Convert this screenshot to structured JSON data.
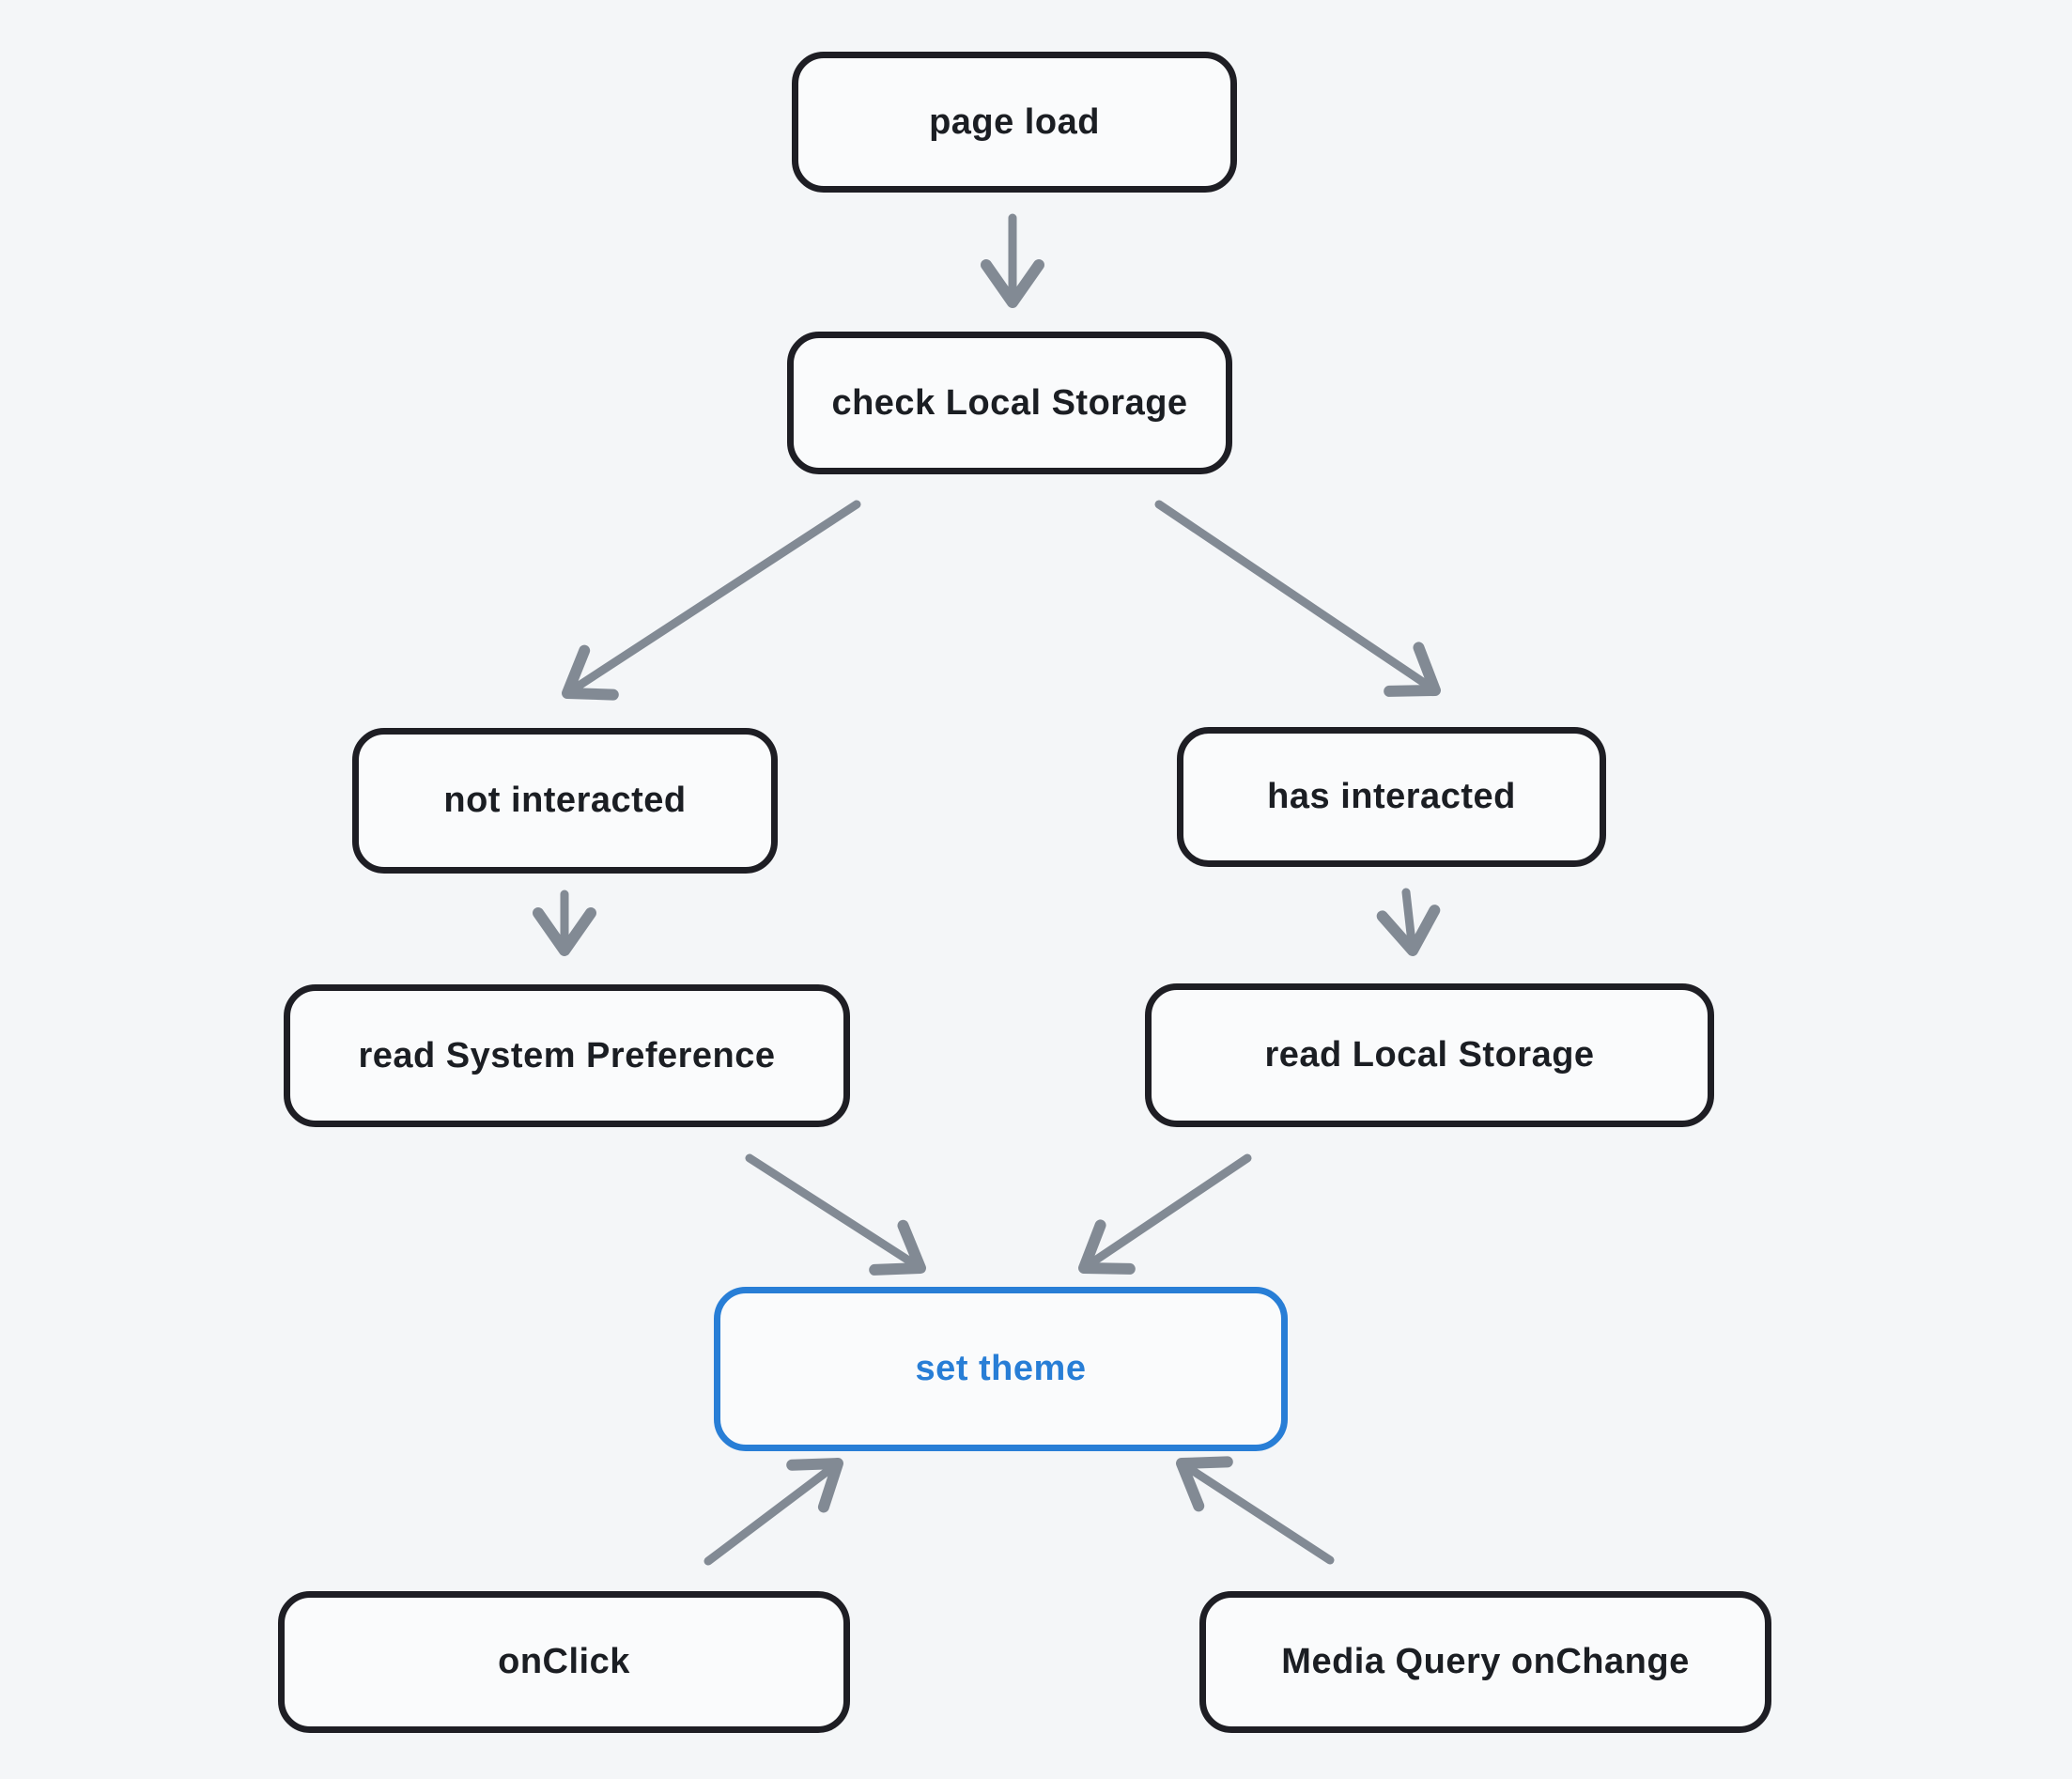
{
  "diagram": {
    "background_color": "#f4f6f8",
    "node_stroke_color": "#1e1e24",
    "arrow_color": "#828a94",
    "accent_color": "#287ed6",
    "nodes": [
      {
        "id": "page-load",
        "label": "page load",
        "emphasis": false
      },
      {
        "id": "check-local-storage",
        "label": "check Local Storage",
        "emphasis": false
      },
      {
        "id": "not-interacted",
        "label": "not interacted",
        "emphasis": false
      },
      {
        "id": "has-interacted",
        "label": "has interacted",
        "emphasis": false
      },
      {
        "id": "read-system-preference",
        "label": "read System Preference",
        "emphasis": false
      },
      {
        "id": "read-local-storage",
        "label": "read Local Storage",
        "emphasis": false
      },
      {
        "id": "set-theme",
        "label": "set theme",
        "emphasis": true
      },
      {
        "id": "onclick",
        "label": "onClick",
        "emphasis": false
      },
      {
        "id": "media-query-onchange",
        "label": "Media Query onChange",
        "emphasis": false
      }
    ],
    "edges": [
      {
        "from": "page-load",
        "to": "check-local-storage"
      },
      {
        "from": "check-local-storage",
        "to": "not-interacted"
      },
      {
        "from": "check-local-storage",
        "to": "has-interacted"
      },
      {
        "from": "not-interacted",
        "to": "read-system-preference"
      },
      {
        "from": "has-interacted",
        "to": "read-local-storage"
      },
      {
        "from": "read-system-preference",
        "to": "set-theme"
      },
      {
        "from": "read-local-storage",
        "to": "set-theme"
      },
      {
        "from": "onclick",
        "to": "set-theme"
      },
      {
        "from": "media-query-onchange",
        "to": "set-theme"
      }
    ]
  }
}
